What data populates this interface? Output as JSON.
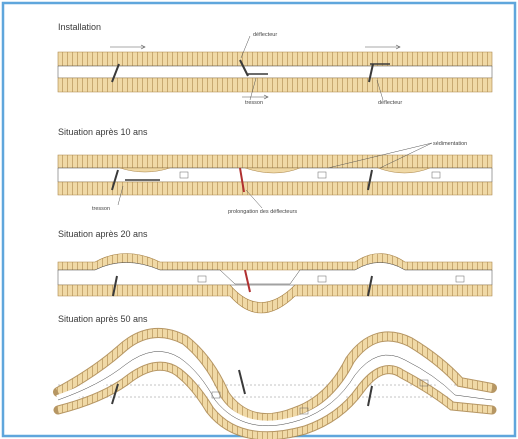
{
  "colors": {
    "frame": "#5fa6dc",
    "bank_fill": "#f0d9a6",
    "bank_hatch": "#b8955a",
    "bank_edge": "#a98448",
    "water": "#ffffff",
    "channel_line": "#444444",
    "deflector": "#3a3a3a",
    "deflector_red": "#b03030",
    "label_line": "#555555"
  },
  "panels": [
    {
      "title": "Installation",
      "annotations": [
        {
          "text": "déflecteur"
        },
        {
          "text": "tresson"
        },
        {
          "text": "déflecteur"
        }
      ]
    },
    {
      "title": "Situation après 10 ans",
      "annotations": [
        {
          "text": "sédimentation"
        },
        {
          "text": "tresson"
        },
        {
          "text": "prolongation des déflecteurs"
        }
      ]
    },
    {
      "title": "Situation après 20 ans",
      "annotations": []
    },
    {
      "title": "Situation après 50 ans",
      "annotations": []
    }
  ],
  "icons": [
    "deflector-icon",
    "sediment-icon",
    "flow-arrow-icon"
  ]
}
